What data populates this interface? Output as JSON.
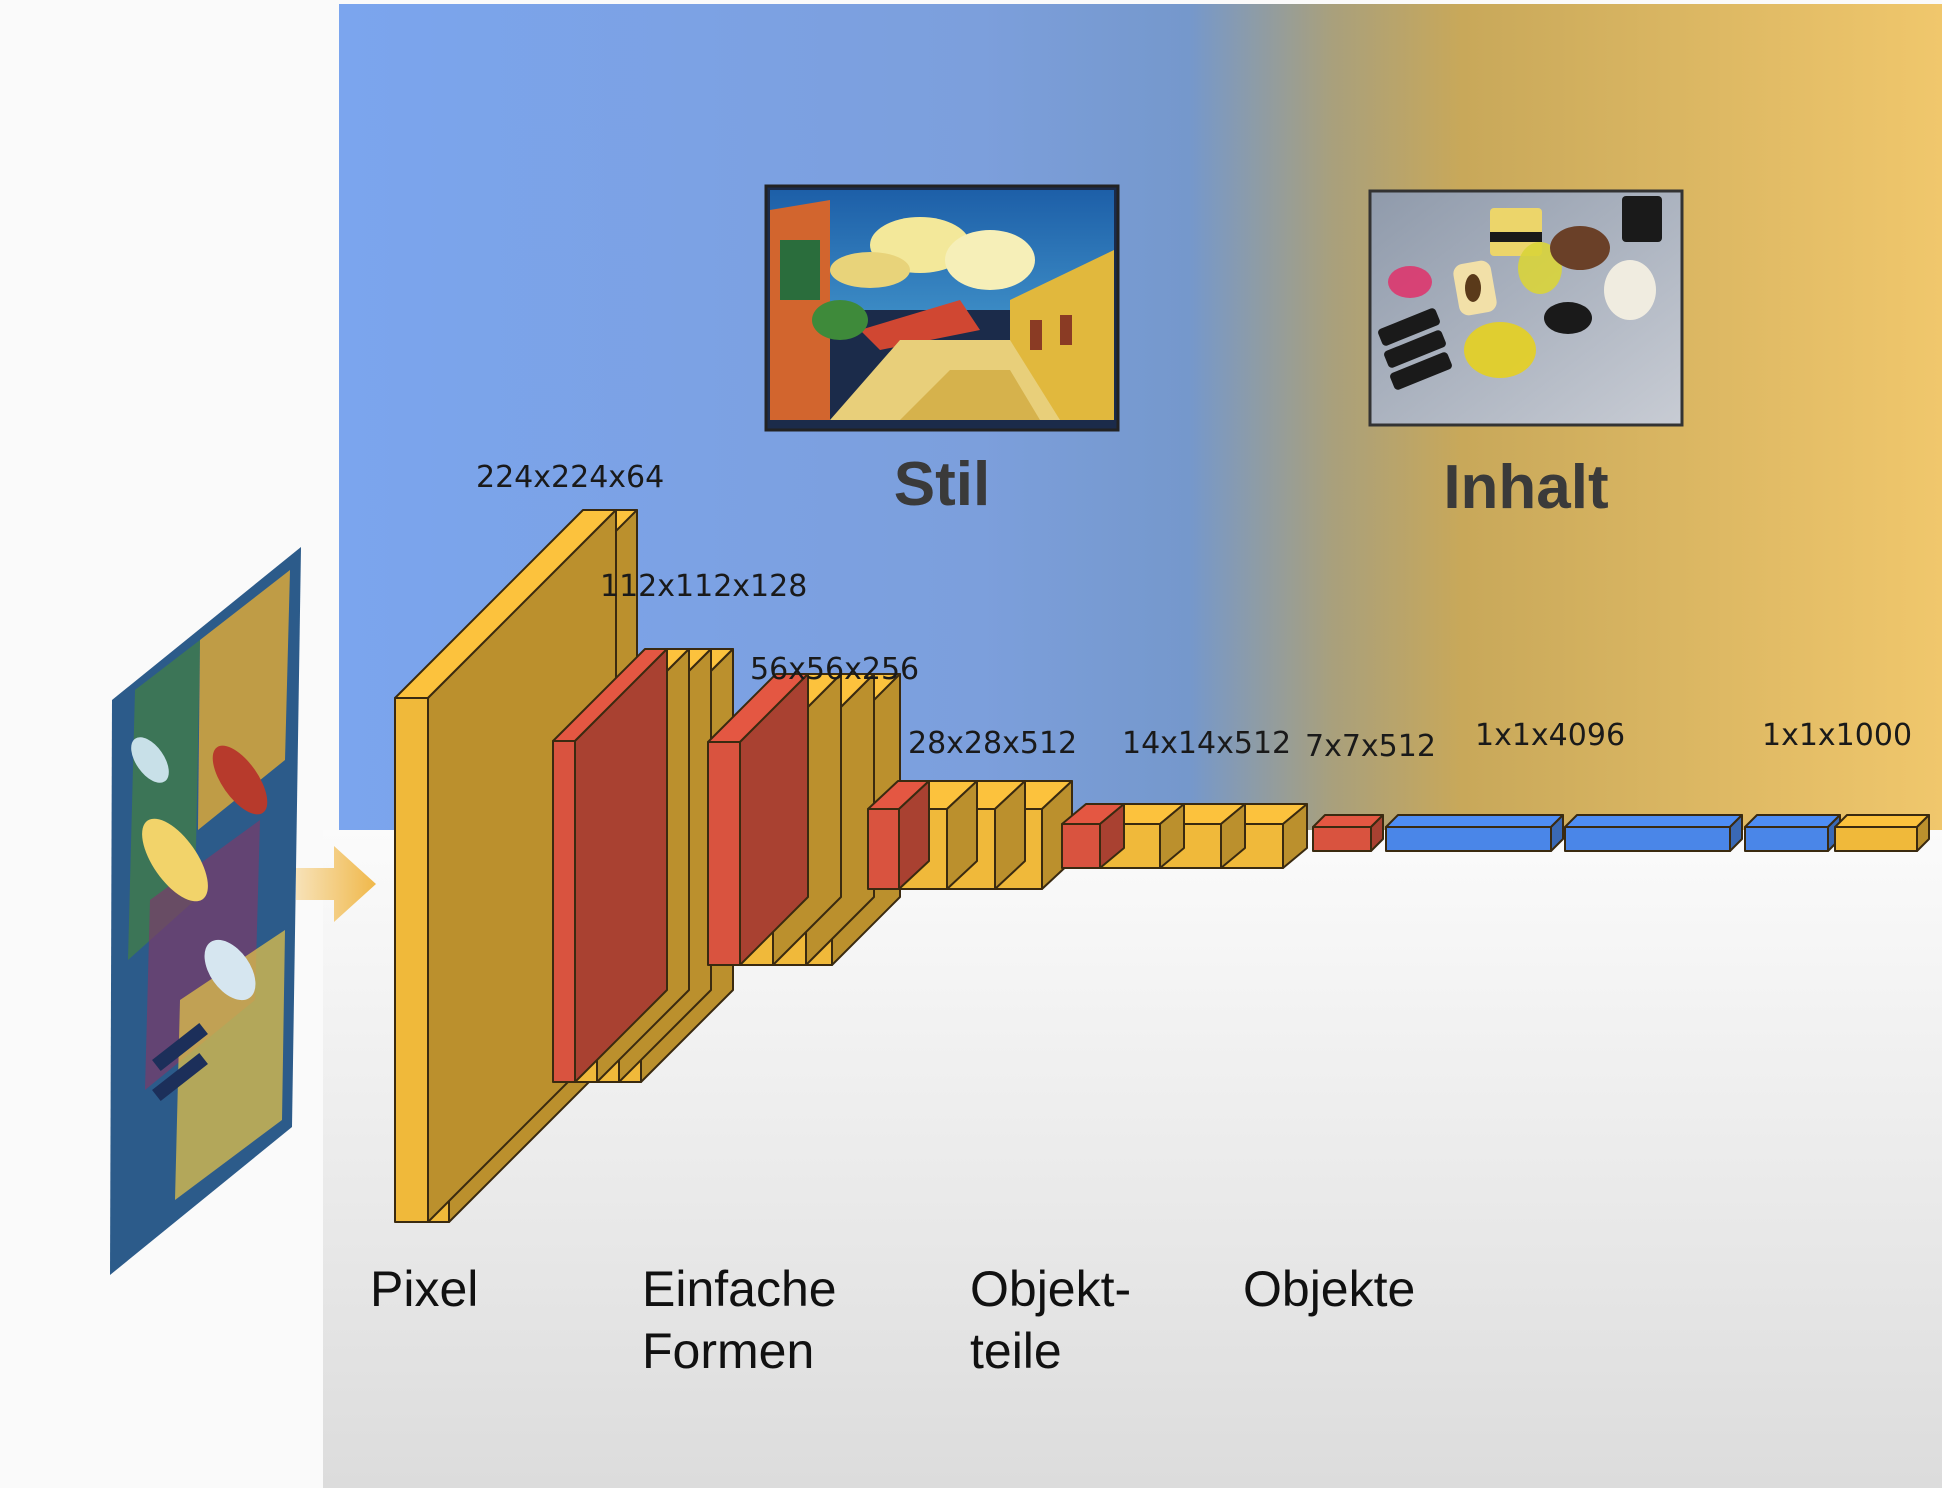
{
  "colors": {
    "conv": "#f0b93a",
    "pool": "#d9533f",
    "dense": "#4a86e8",
    "style_region": "#7aa4ec",
    "content_region": "#ecc46a"
  },
  "regions": {
    "style_title": "Stil",
    "content_title": "Inhalt"
  },
  "layers": [
    {
      "shape": "224x224x64"
    },
    {
      "shape": "112x112x128"
    },
    {
      "shape": "56x56x256"
    },
    {
      "shape": "28x28x512"
    },
    {
      "shape": "14x14x512"
    },
    {
      "shape": "7x7x512"
    },
    {
      "shape": "1x1x4096"
    },
    {
      "shape": "1x1x1000"
    }
  ],
  "stages": {
    "pixel": "Pixel",
    "simple_shapes_line1": "Einfache",
    "simple_shapes_line2": "Formen",
    "object_parts_line1": "Objekt-",
    "object_parts_line2": "teile",
    "objects": "Objekte"
  },
  "images": {
    "input": "stylized-input-image",
    "style": "expressionist-village-painting",
    "content": "liquorice-candies-photo"
  }
}
